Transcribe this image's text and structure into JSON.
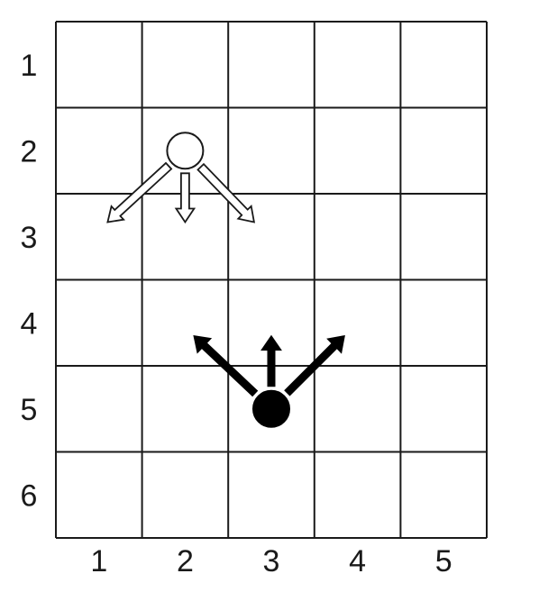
{
  "grid": {
    "columns": 5,
    "rows": 6,
    "row_labels": [
      "1",
      "2",
      "3",
      "4",
      "5",
      "6"
    ],
    "column_labels": [
      "1",
      "2",
      "3",
      "4",
      "5"
    ],
    "line_color": "#1a1a1a"
  },
  "pieces": [
    {
      "id": "white-piece",
      "color": "white",
      "fill": "#ffffff",
      "stroke": "#1a1a1a",
      "col": 2.5,
      "row": 2.5,
      "arrow_style": "outline",
      "arrows": [
        {
          "id": "down-left",
          "to_col": 1.6,
          "to_row": 3.33
        },
        {
          "id": "down",
          "to_col": 2.5,
          "to_row": 3.33
        },
        {
          "id": "down-right",
          "to_col": 3.3,
          "to_row": 3.33
        }
      ]
    },
    {
      "id": "black-piece",
      "color": "black",
      "fill": "#000000",
      "stroke": "#000000",
      "col": 3.5,
      "row": 5.5,
      "arrow_style": "solid",
      "arrows": [
        {
          "id": "up-left",
          "to_col": 2.6,
          "to_row": 4.65
        },
        {
          "id": "up",
          "to_col": 3.5,
          "to_row": 4.65
        },
        {
          "id": "up-right",
          "to_col": 4.35,
          "to_row": 4.65
        }
      ]
    }
  ]
}
